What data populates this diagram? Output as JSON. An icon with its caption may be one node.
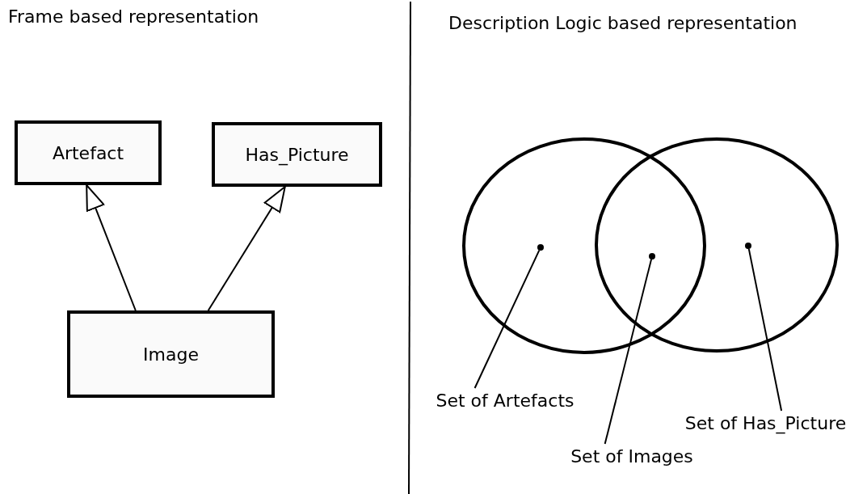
{
  "diagram": {
    "nodes": [
      {
        "text": [
          "Artefact"
        ]
      },
      {
        "text": [
          "Has_Picture"
        ]
      },
      {
        "text": [
          "Image"
        ]
      },
      {
        "text": [],
        "shape": "circle"
      },
      {
        "text": [],
        "shape": "circle"
      },
      {
        "text": [],
        "shape": "circle",
        "in": 3
      },
      {
        "text": [],
        "shape": "circle"
      },
      {
        "text": [],
        "shape": "circle",
        "in": 4
      },
      {
        "text": [
          "Set of Artefacts"
        ]
      },
      {
        "text": [
          "Set of Images"
        ]
      },
      {
        "text": [
          "Set of Has_Picture"
        ]
      }
    ],
    "edges": [
      {
        "from": 2,
        "to": 0,
        "arrow": "to"
      },
      {
        "from": 2,
        "to": 1,
        "arrow": "to"
      },
      {
        "from": 8,
        "to": 5,
        "arrow": "none"
      },
      {
        "from": 9,
        "to": 6,
        "arrow": "none"
      },
      {
        "from": 10,
        "to": 7,
        "arrow": "none"
      }
    ],
    "labels": [
      "Frame based representation",
      "Description Logic based representation"
    ]
  }
}
